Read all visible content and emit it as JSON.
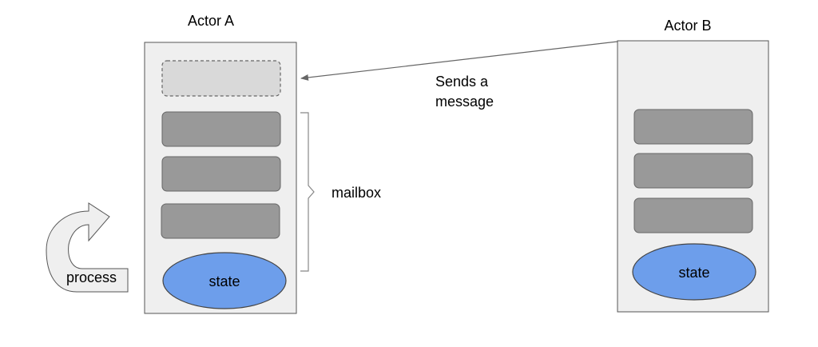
{
  "actor_a": {
    "title": "Actor A",
    "state_label": "state",
    "process_label": "process",
    "mailbox_label": "mailbox"
  },
  "actor_b": {
    "title": "Actor B",
    "state_label": "state"
  },
  "message": {
    "line1": "Sends a",
    "line2": "message"
  },
  "colors": {
    "actor_box_fill": "#efefef",
    "actor_box_stroke": "#555555",
    "message_block_fill": "#999999",
    "message_block_stroke": "#666666",
    "incoming_message_fill": "#d9d9d9",
    "state_fill": "#6d9eeb",
    "state_stroke": "#444444",
    "arrow_stroke": "#666666"
  }
}
